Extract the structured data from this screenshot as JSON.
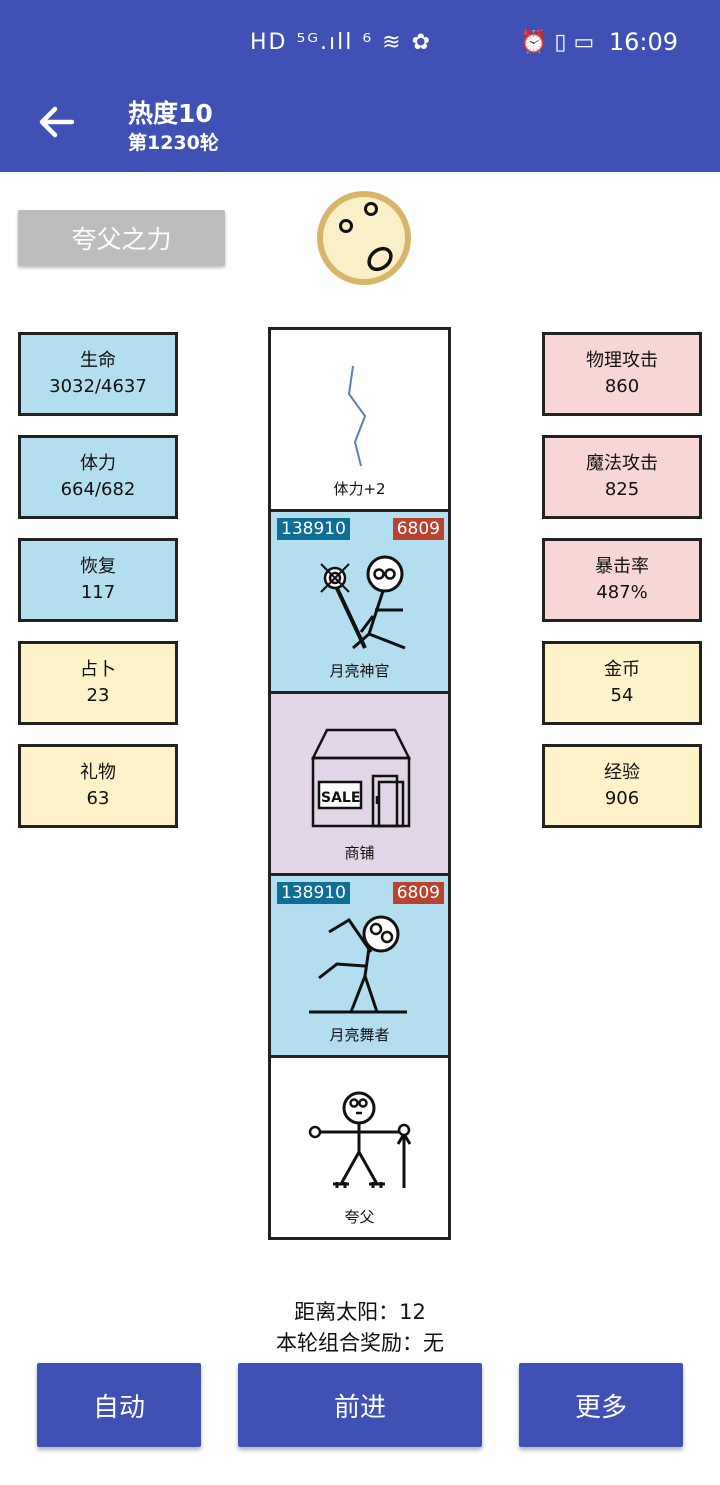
{
  "status_bar": {
    "center_icons": "HD ⁵ᴳ.ıll ⁶ ≋ ✿",
    "right_icons": "⏰ ▯ ▭",
    "time": "16:09"
  },
  "header": {
    "title": "热度10",
    "subtitle": "第1230轮"
  },
  "skill_label": "夸父之力",
  "left_stats": [
    {
      "label": "生命",
      "value": "3032/4637"
    },
    {
      "label": "体力",
      "value": "664/682"
    },
    {
      "label": "恢复",
      "value": "117"
    },
    {
      "label": "占卜",
      "value": "23"
    },
    {
      "label": "礼物",
      "value": "63"
    }
  ],
  "right_stats": [
    {
      "label": "物理攻击",
      "value": "860"
    },
    {
      "label": "魔法攻击",
      "value": "825"
    },
    {
      "label": "暴击率",
      "value": "487%"
    },
    {
      "label": "金币",
      "value": "54"
    },
    {
      "label": "经验",
      "value": "906"
    }
  ],
  "tiles": [
    {
      "name": "体力+2"
    },
    {
      "name": "月亮神官",
      "hp": "138910",
      "atk": "6809"
    },
    {
      "name": "商铺",
      "sign": "SALE"
    },
    {
      "name": "月亮舞者",
      "hp": "138910",
      "atk": "6809"
    },
    {
      "name": "夸父"
    }
  ],
  "info": {
    "distance": "距离太阳：12",
    "combo": "本轮组合奖励：无"
  },
  "buttons": {
    "auto": "自动",
    "forward": "前进",
    "more": "更多"
  },
  "colors": {
    "primary": "#3f51b5",
    "stat_blue": "#b3def0",
    "stat_yellow": "#fdf2c8",
    "stat_pink": "#f8d6d6",
    "tile_purple": "#e1d5e7",
    "badge_hp": "#0e6e95",
    "badge_atk": "#b8432f"
  }
}
